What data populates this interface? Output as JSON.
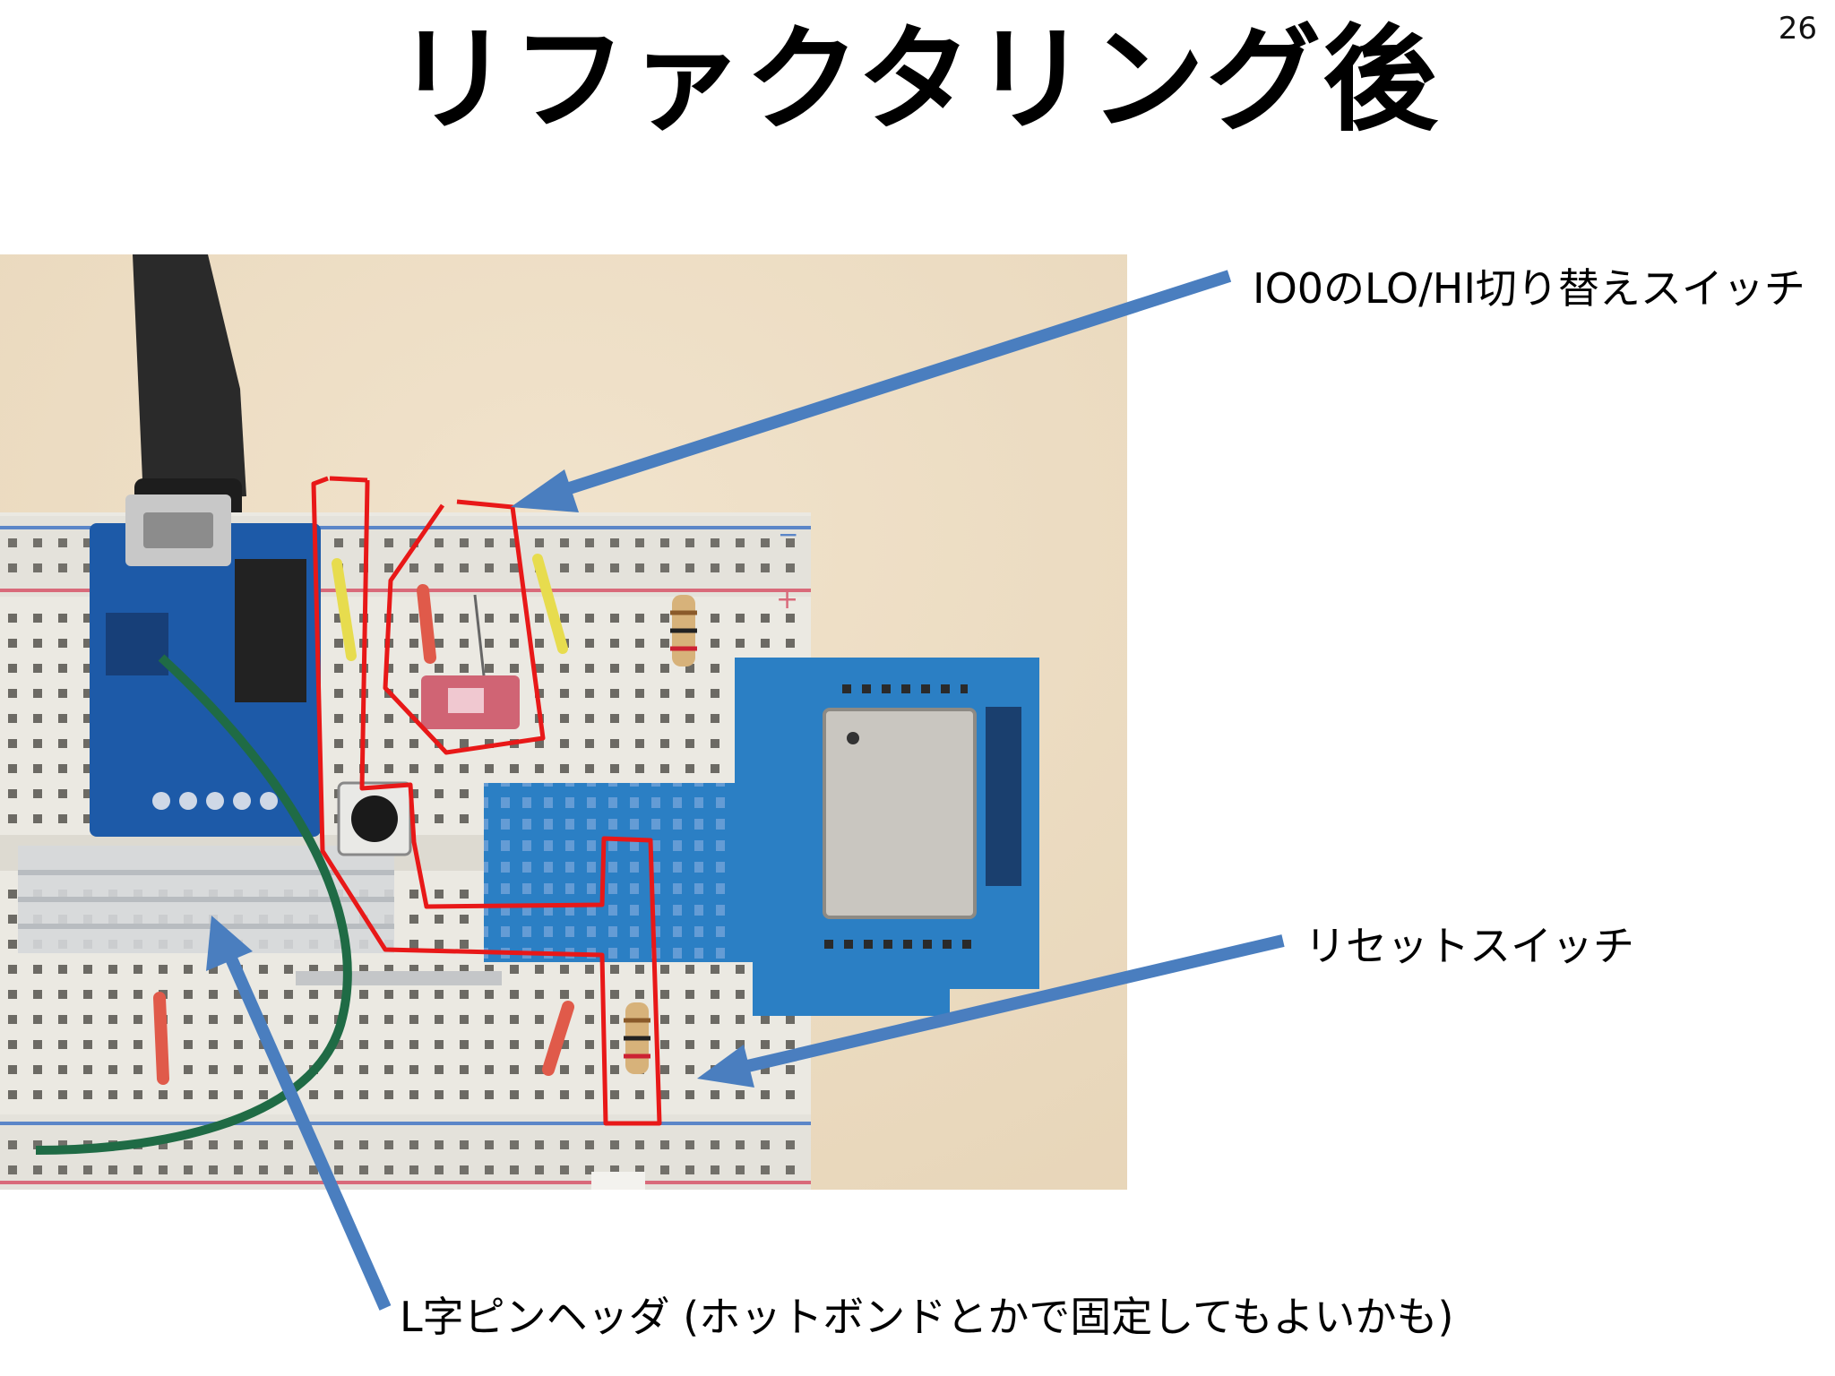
{
  "slide": {
    "title": "リファクタリング後",
    "page_number": "26"
  },
  "callouts": {
    "io0_switch": "IO0のLO/HI切り替えスイッチ",
    "reset_switch": "リセットスイッチ",
    "pin_header": "L字ピンヘッダ (ホットボンドとかで固定してもよいかも)"
  },
  "colors": {
    "arrow": "#4a7ebf",
    "highlight": "#e81818",
    "desk": "#ecdcc4",
    "breadboard": "#ebe9e2",
    "pcb_blue": "#1d5aa8",
    "module_blue": "#2b7fc4"
  }
}
